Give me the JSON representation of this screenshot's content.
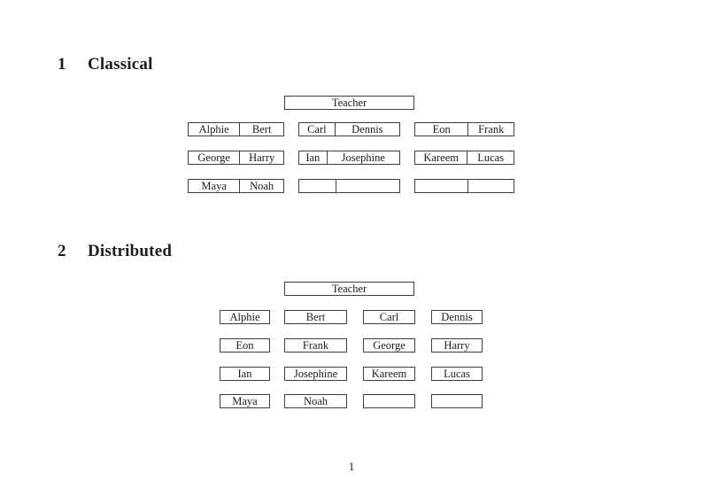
{
  "document": {
    "page_number": "1",
    "colors": {
      "ink": "#1c1c1c",
      "border": "#3f3f3f",
      "background": "#ffffff"
    }
  },
  "sections": [
    {
      "number": "1",
      "title": "Classical",
      "teacher_label": "Teacher",
      "desk_rows": [
        [
          {
            "left": "Alphie",
            "right": "Bert"
          },
          {
            "left": "Carl",
            "right": "Dennis"
          },
          {
            "left": "Eon",
            "right": "Frank"
          }
        ],
        [
          {
            "left": "George",
            "right": "Harry"
          },
          {
            "left": "Ian",
            "right": "Josephine"
          },
          {
            "left": "Kareem",
            "right": "Lucas"
          }
        ],
        [
          {
            "left": "Maya",
            "right": "Noah"
          },
          {
            "left": "",
            "right": ""
          },
          {
            "left": "",
            "right": ""
          }
        ]
      ]
    },
    {
      "number": "2",
      "title": "Distributed",
      "teacher_label": "Teacher",
      "seat_rows": [
        [
          "Alphie",
          "Bert",
          "Carl",
          "Dennis"
        ],
        [
          "Eon",
          "Frank",
          "George",
          "Harry"
        ],
        [
          "Ian",
          "Josephine",
          "Kareem",
          "Lucas"
        ],
        [
          "Maya",
          "Noah",
          "",
          ""
        ]
      ]
    }
  ]
}
